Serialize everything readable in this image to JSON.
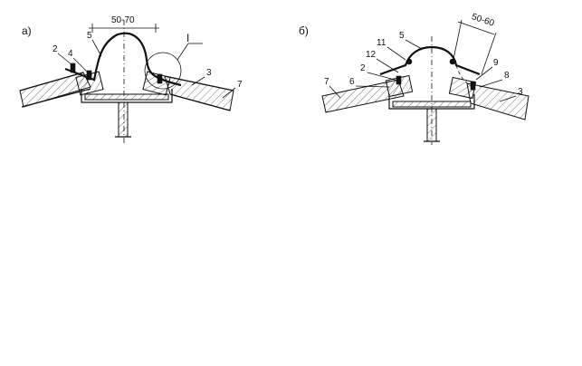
{
  "panels": [
    {
      "id": "a",
      "label": "а)",
      "dimension": "50-70",
      "detail_marker": "I",
      "callouts": [
        "2",
        "4",
        "5",
        "3",
        "7"
      ]
    },
    {
      "id": "b",
      "label": "б)",
      "dimension": "50-60",
      "callouts": [
        "11",
        "5",
        "12",
        "2",
        "6",
        "7",
        "9",
        "8",
        "3"
      ]
    }
  ]
}
